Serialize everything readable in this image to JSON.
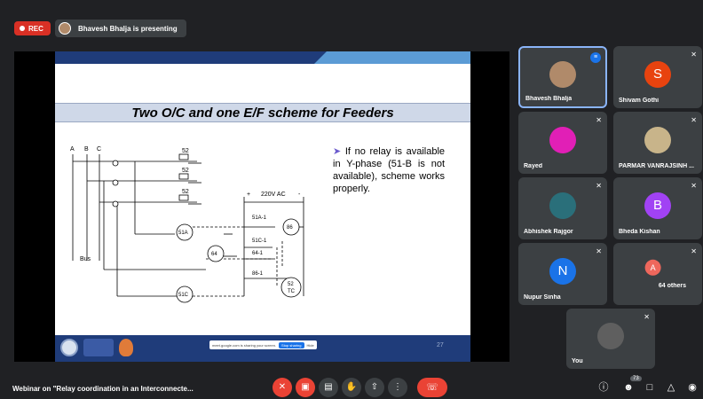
{
  "topbar": {
    "rec_label": "REC",
    "presenting_text": "Bhavesh Bhalja is presenting"
  },
  "slide": {
    "title": "Two O/C and one E/F scheme for Feeders",
    "body_text": "If no relay is available in Y-phase (51-B is not available), scheme works properly.",
    "page_number": "27",
    "diagram": {
      "phase_labels": [
        "A",
        "B",
        "C"
      ],
      "bus_label": "Bus",
      "supply_label": "220V AC",
      "plus_label": "+",
      "minus_label": "-",
      "breaker_labels": [
        "52",
        "52",
        "52"
      ],
      "relay_coils": [
        "51A",
        "64",
        "51C"
      ],
      "contacts": [
        "51A-1",
        "51C-1",
        "64-1",
        "86-1"
      ],
      "master_relay": "86",
      "trip_coil_top": "52",
      "trip_coil_bottom": "TC"
    },
    "share_bar": {
      "text": "meet.google.com is sharing your screen.",
      "stop_label": "Stop sharing",
      "hide_label": "Hide"
    }
  },
  "participants": [
    {
      "name": "Bhavesh Bhalja",
      "initial": "",
      "color": "#b08a6a",
      "icon": "speaking-icon"
    },
    {
      "name": "Shivam Gothi",
      "initial": "S",
      "color": "#e8430f",
      "icon": "mic-off-icon"
    },
    {
      "name": "Rayed",
      "initial": "",
      "color": "#e11fb6",
      "icon": "mic-off-icon"
    },
    {
      "name": "PARMAR VANRAJSINH ...",
      "initial": "",
      "color": "#c8b48a",
      "icon": "mic-off-icon"
    },
    {
      "name": "Abhishek Rajgor",
      "initial": "",
      "color": "#2a6f7a",
      "icon": "mic-off-icon"
    },
    {
      "name": "Bheda Kishan",
      "initial": "B",
      "color": "#a142f4",
      "icon": "mic-off-icon"
    },
    {
      "name": "Nupur Sinha",
      "initial": "N",
      "color": "#1a73e8",
      "icon": "mic-off-icon"
    },
    {
      "name": "64 others",
      "initial": "A",
      "color": "#ee675c",
      "icon": "mic-off-icon"
    },
    {
      "name": "You",
      "initial": "",
      "color": "#5f5f5f",
      "icon": "mic-off-icon"
    }
  ],
  "bottombar": {
    "meeting_title": "Webinar on \"Relay coordination in an Interconnecte...",
    "people_count": "73",
    "icons": [
      "mic-off-icon",
      "camera-off-icon",
      "captions-icon",
      "raise-hand-icon",
      "present-icon",
      "more-options-icon",
      "end-call-icon",
      "info-icon",
      "people-icon",
      "chat-icon",
      "activities-icon",
      "host-controls-icon"
    ]
  },
  "colors": {
    "background": "#202124",
    "tile": "#3c4043",
    "accent": "#8ab4f8",
    "danger": "#ea4335"
  }
}
